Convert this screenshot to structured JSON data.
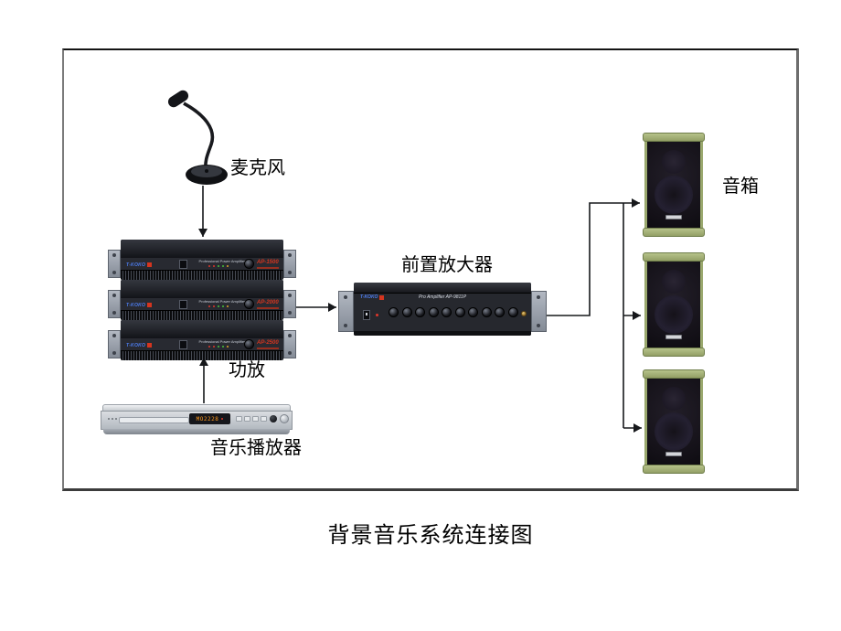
{
  "page": {
    "caption": "背景音乐系统连接图",
    "background": "#ffffff"
  },
  "labels": {
    "microphone": "麦克风",
    "power_amp": "功放",
    "music_player": "音乐播放器",
    "pre_amplifier": "前置放大器",
    "speaker": "音箱"
  },
  "devices": {
    "amplifiers": [
      {
        "brand": "T-KOKO",
        "title": "Professional Power Amplifier",
        "model": "AP-1500"
      },
      {
        "brand": "T-KOKO",
        "title": "Professional Power Amplifier",
        "model": "AP-2000"
      },
      {
        "brand": "T-KOKO",
        "title": "Professional Power Amplifier",
        "model": "AP-2500"
      }
    ],
    "pre_amplifier": {
      "brand": "T-KOKO",
      "title": "Pro Amplifier AP-9811P",
      "knob_count": 10
    },
    "music_player": {
      "display": "MO2228"
    },
    "speaker_count": 3
  },
  "colors": {
    "line": "#16181b",
    "amp_body": "#1c1e23",
    "rack_ear": "#959ca7",
    "model_text": "#d5351f",
    "logo_blue": "#4d7df0",
    "speaker_frame": "#a7b37b",
    "speaker_grille": "#141218",
    "player_silver": "#c9ced3",
    "display_text": "#ff9a1e"
  }
}
